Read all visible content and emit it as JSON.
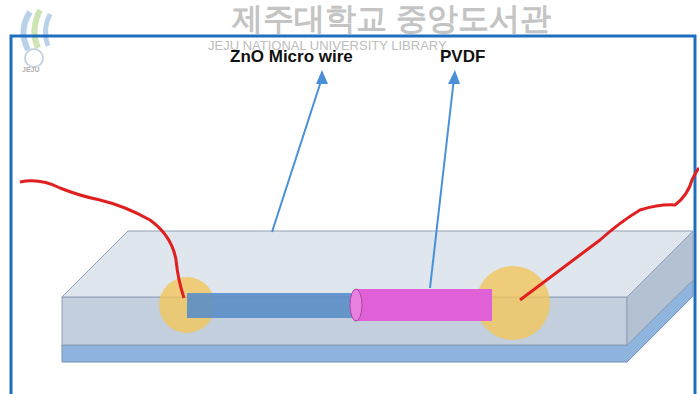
{
  "diagram": {
    "labels": [
      "제주대학교 중앙도서관",
      "JEJU NATIONAL UNIVERSITY LIBRARY",
      "JEJU",
      "ZnO Micro wire",
      "PVDF"
    ]
  }
}
